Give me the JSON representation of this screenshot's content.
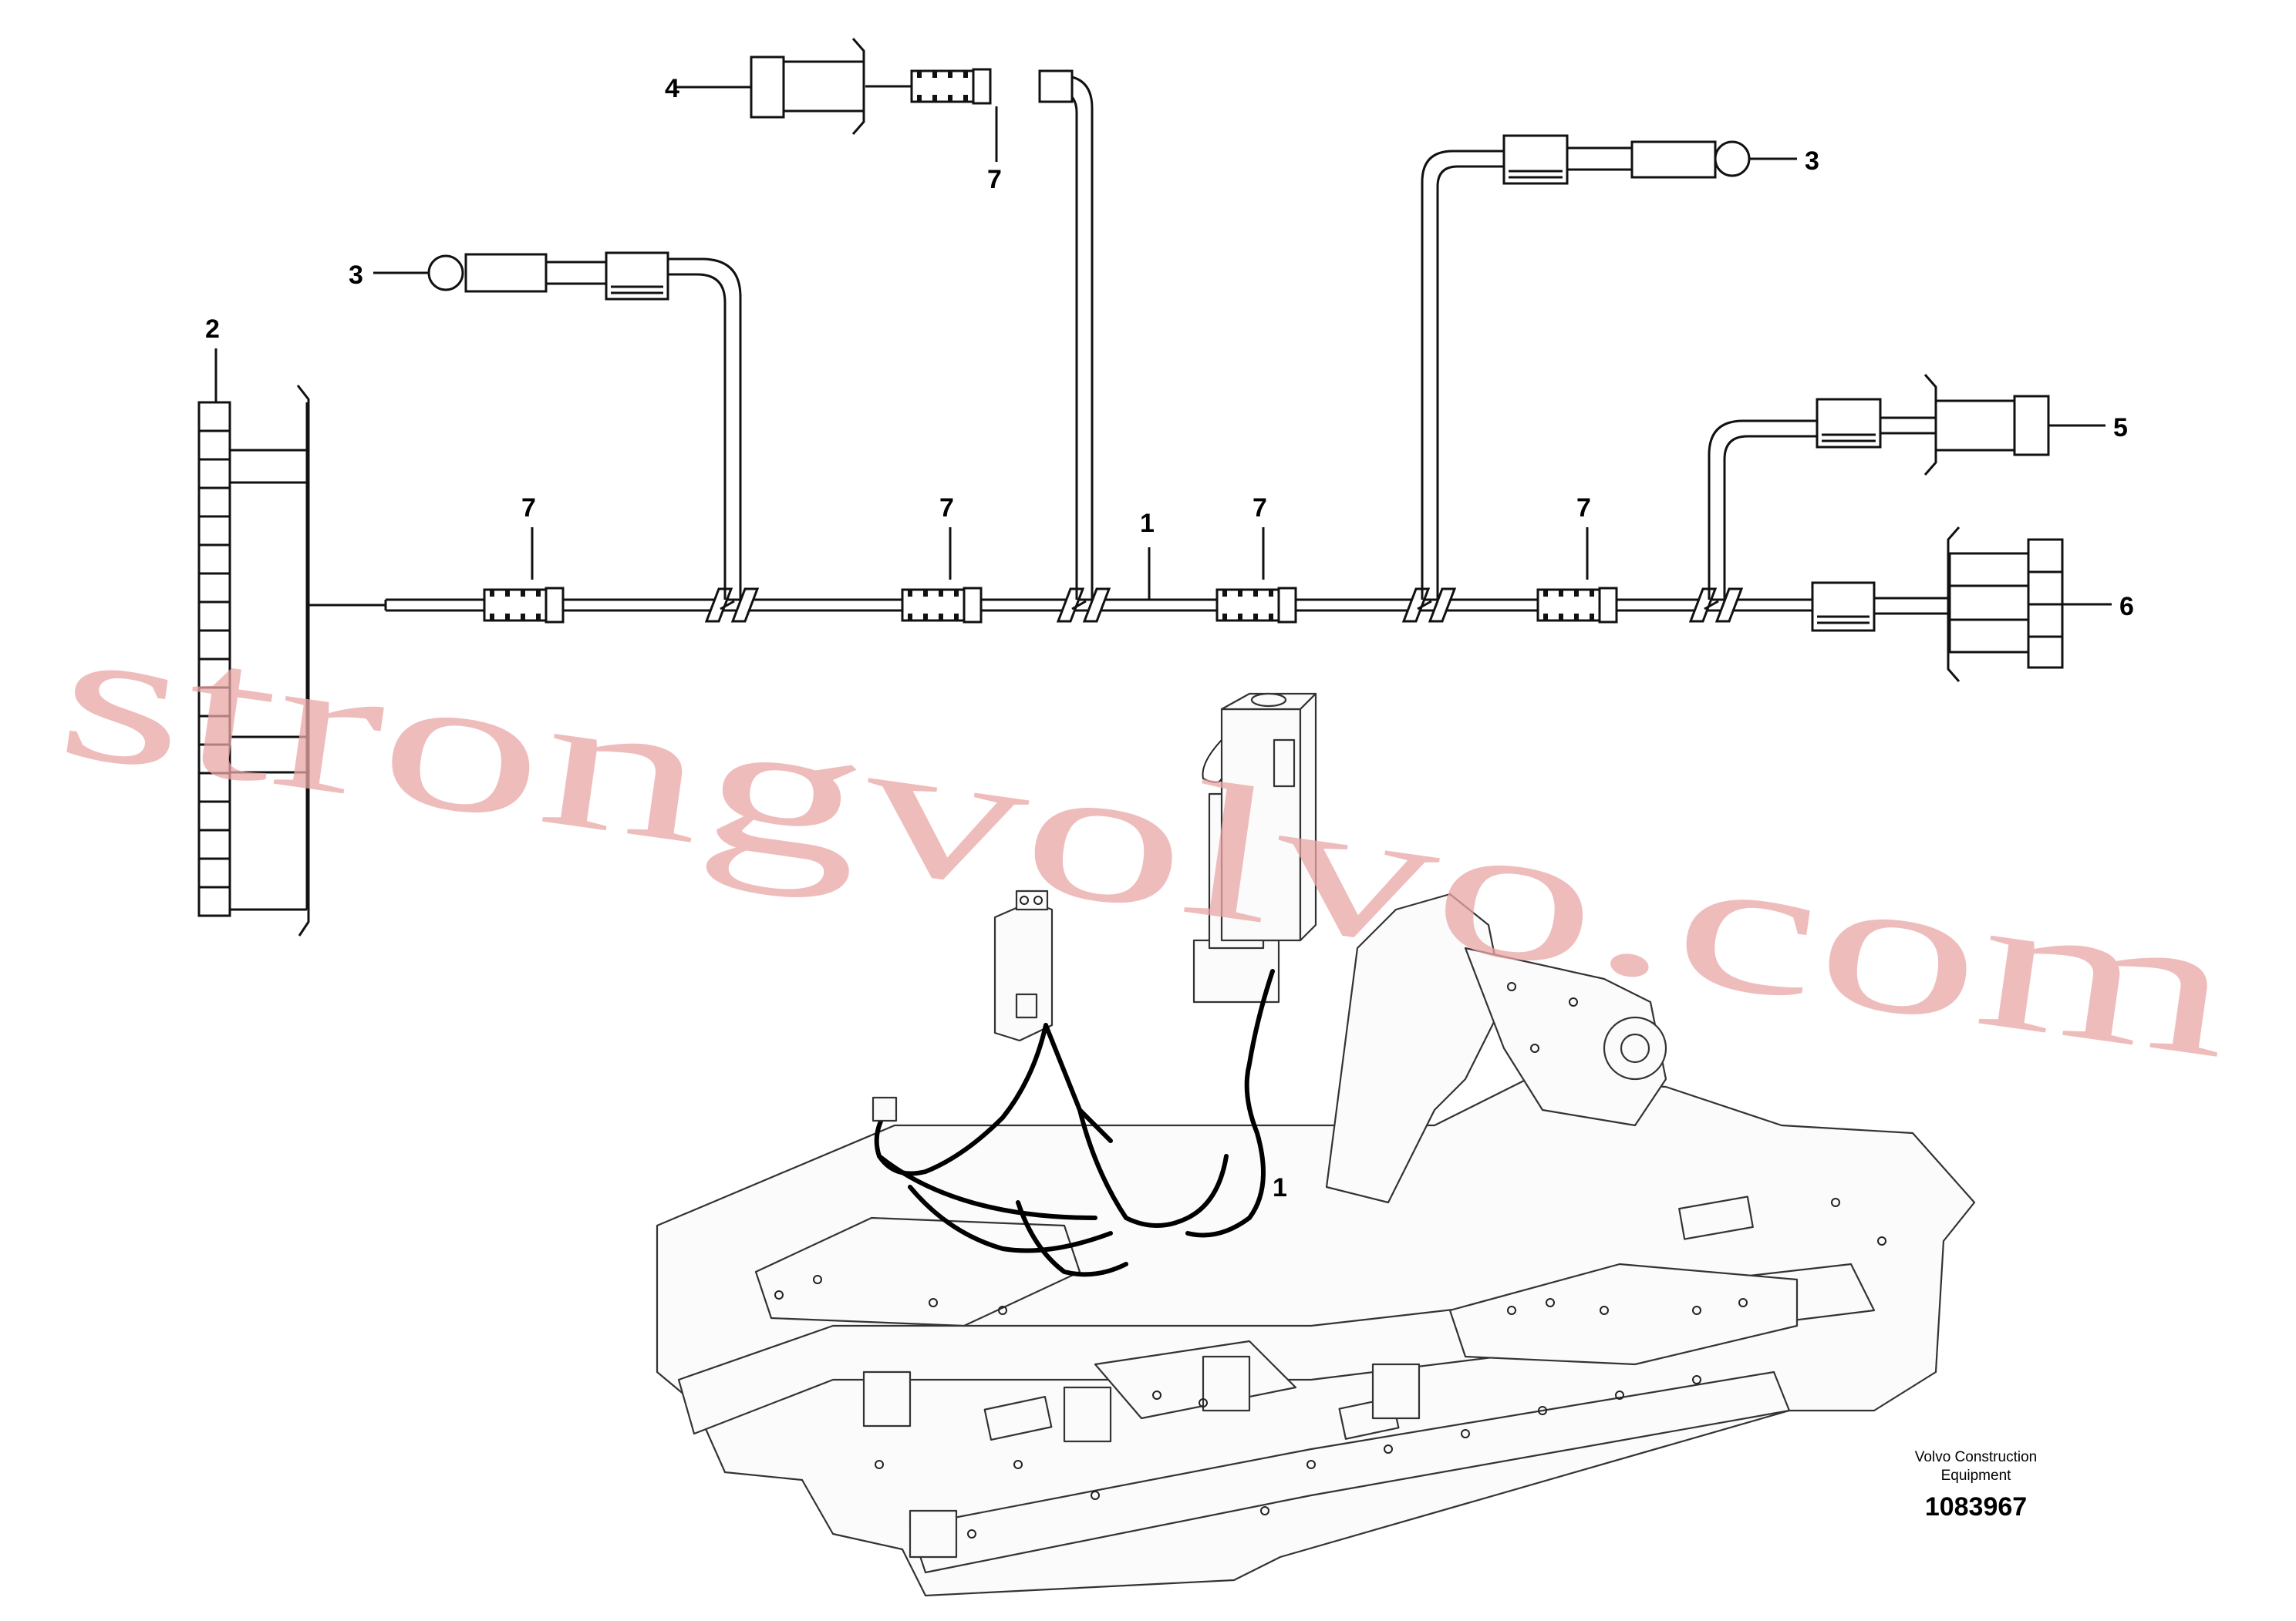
{
  "diagram": {
    "callouts": {
      "c1_main": "1",
      "c1_frame": "1",
      "c2": "2",
      "c3_left": "3",
      "c3_right": "3",
      "c4": "4",
      "c5": "5",
      "c6": "6",
      "c7_a": "7",
      "c7_b": "7",
      "c7_c": "7",
      "c7_d": "7",
      "c7_top": "7"
    },
    "manufacturer": "Volvo Construction",
    "manufacturer_line2": "Equipment",
    "part_number": "1083967",
    "watermark": "strongvolvo.com"
  }
}
